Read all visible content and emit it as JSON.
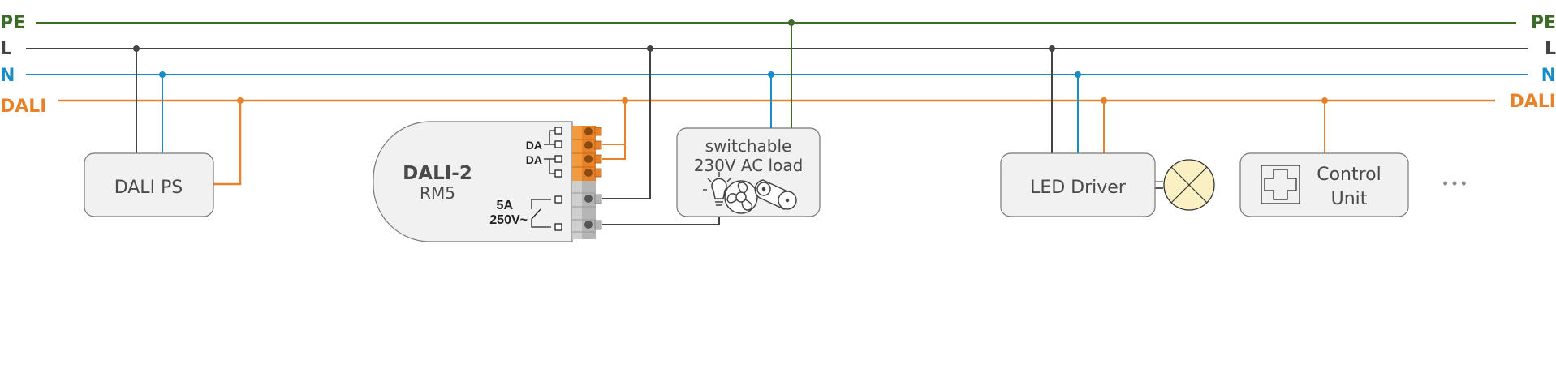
{
  "colors": {
    "pe": "#3e6b2a",
    "l": "#444444",
    "n": "#1a8cc7",
    "dali": "#e8822a",
    "box_fill": "#f1f1f1",
    "box_stroke": "#777777",
    "terminal_orange": "#ee8a2a",
    "terminal_grey": "#bdbdbd",
    "lamp_fill": "#fbefc4"
  },
  "buses": [
    {
      "id": "pe",
      "label_left": "PE",
      "label_right": "PE"
    },
    {
      "id": "l",
      "label_left": "L",
      "label_right": "L"
    },
    {
      "id": "n",
      "label_left": "N",
      "label_right": "N"
    },
    {
      "id": "dali",
      "label_left": "DALI",
      "label_right": "DALI"
    }
  ],
  "devices": {
    "dali_ps": {
      "label": "DALI PS"
    },
    "rm5": {
      "title": "DALI-2",
      "subtitle": "RM5",
      "da_label_1": "DA",
      "da_label_2": "DA",
      "relay_rating_1": "5A",
      "relay_rating_2": "250V~"
    },
    "load": {
      "line1": "switchable",
      "line2": "230V AC load",
      "icons": [
        "light-bulb-icon",
        "fan-icon",
        "belt-drive-motor-icon"
      ]
    },
    "led_driver": {
      "label": "LED Driver",
      "lamp_icon": "lamp-icon"
    },
    "control_unit": {
      "line1": "Control",
      "line2": "Unit",
      "icon": "dpad-control-icon"
    },
    "more": {
      "label": "• • •"
    }
  }
}
